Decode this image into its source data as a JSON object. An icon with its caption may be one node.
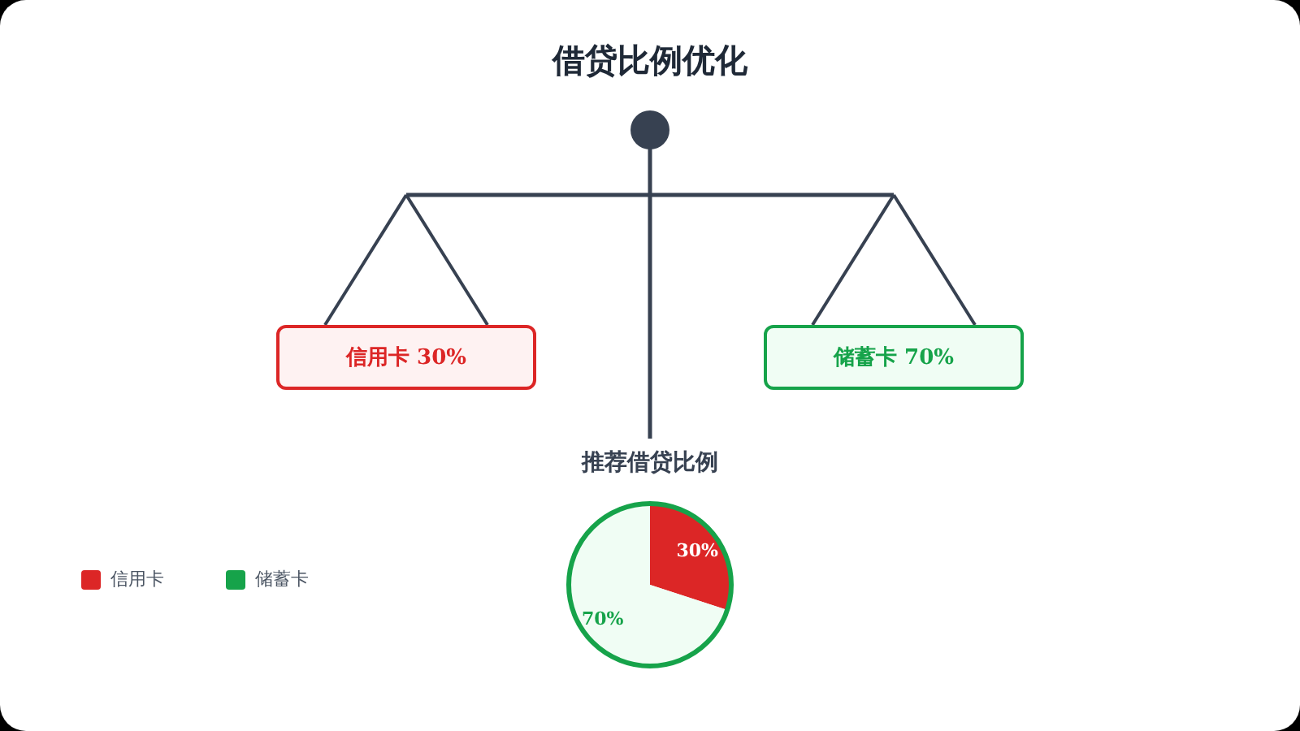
{
  "diagram": {
    "title": "借贷比例优化",
    "nodes": [
      {
        "text": [
          "信用卡 30%"
        ]
      },
      {
        "text": [
          "储蓄卡 70%"
        ]
      }
    ],
    "legend": [
      {
        "text": "信用卡",
        "color": "#dc2626"
      },
      {
        "text": "储蓄卡",
        "color": "#16a34a"
      }
    ],
    "chart_data": {
      "type": "pie",
      "title": "推荐借贷比例",
      "values": [
        30,
        70
      ],
      "value_labels": [
        "30%",
        "70%"
      ]
    }
  }
}
